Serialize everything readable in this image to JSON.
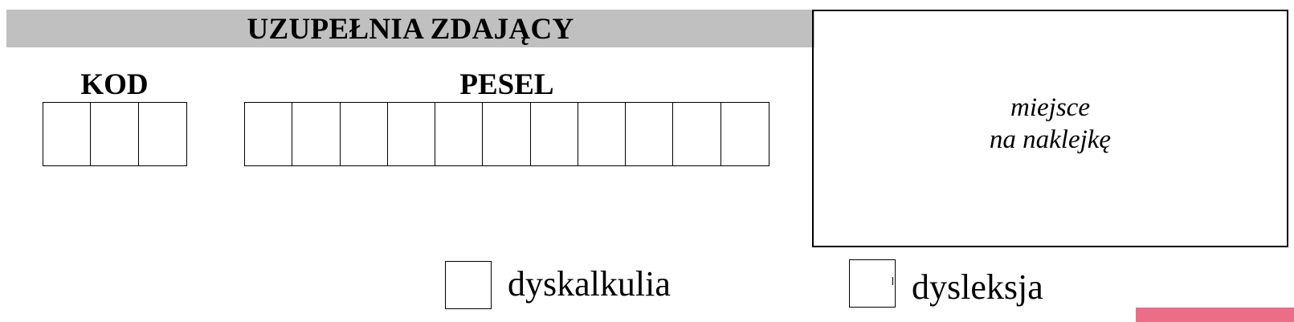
{
  "header": {
    "title": "UZUPEŁNIA ZDAJĄCY"
  },
  "kod": {
    "label": "KOD",
    "box_count": 3
  },
  "pesel": {
    "label": "PESEL",
    "box_count": 11
  },
  "sticker": {
    "line1": "miejsce",
    "line2": "na naklejkę"
  },
  "options": [
    {
      "label": "dyskalkulia",
      "checked": false
    },
    {
      "label": "dysleksja",
      "checked": false
    }
  ],
  "colors": {
    "header_bar": "#c0c0c0",
    "corner_tab": "#ec6d88"
  }
}
